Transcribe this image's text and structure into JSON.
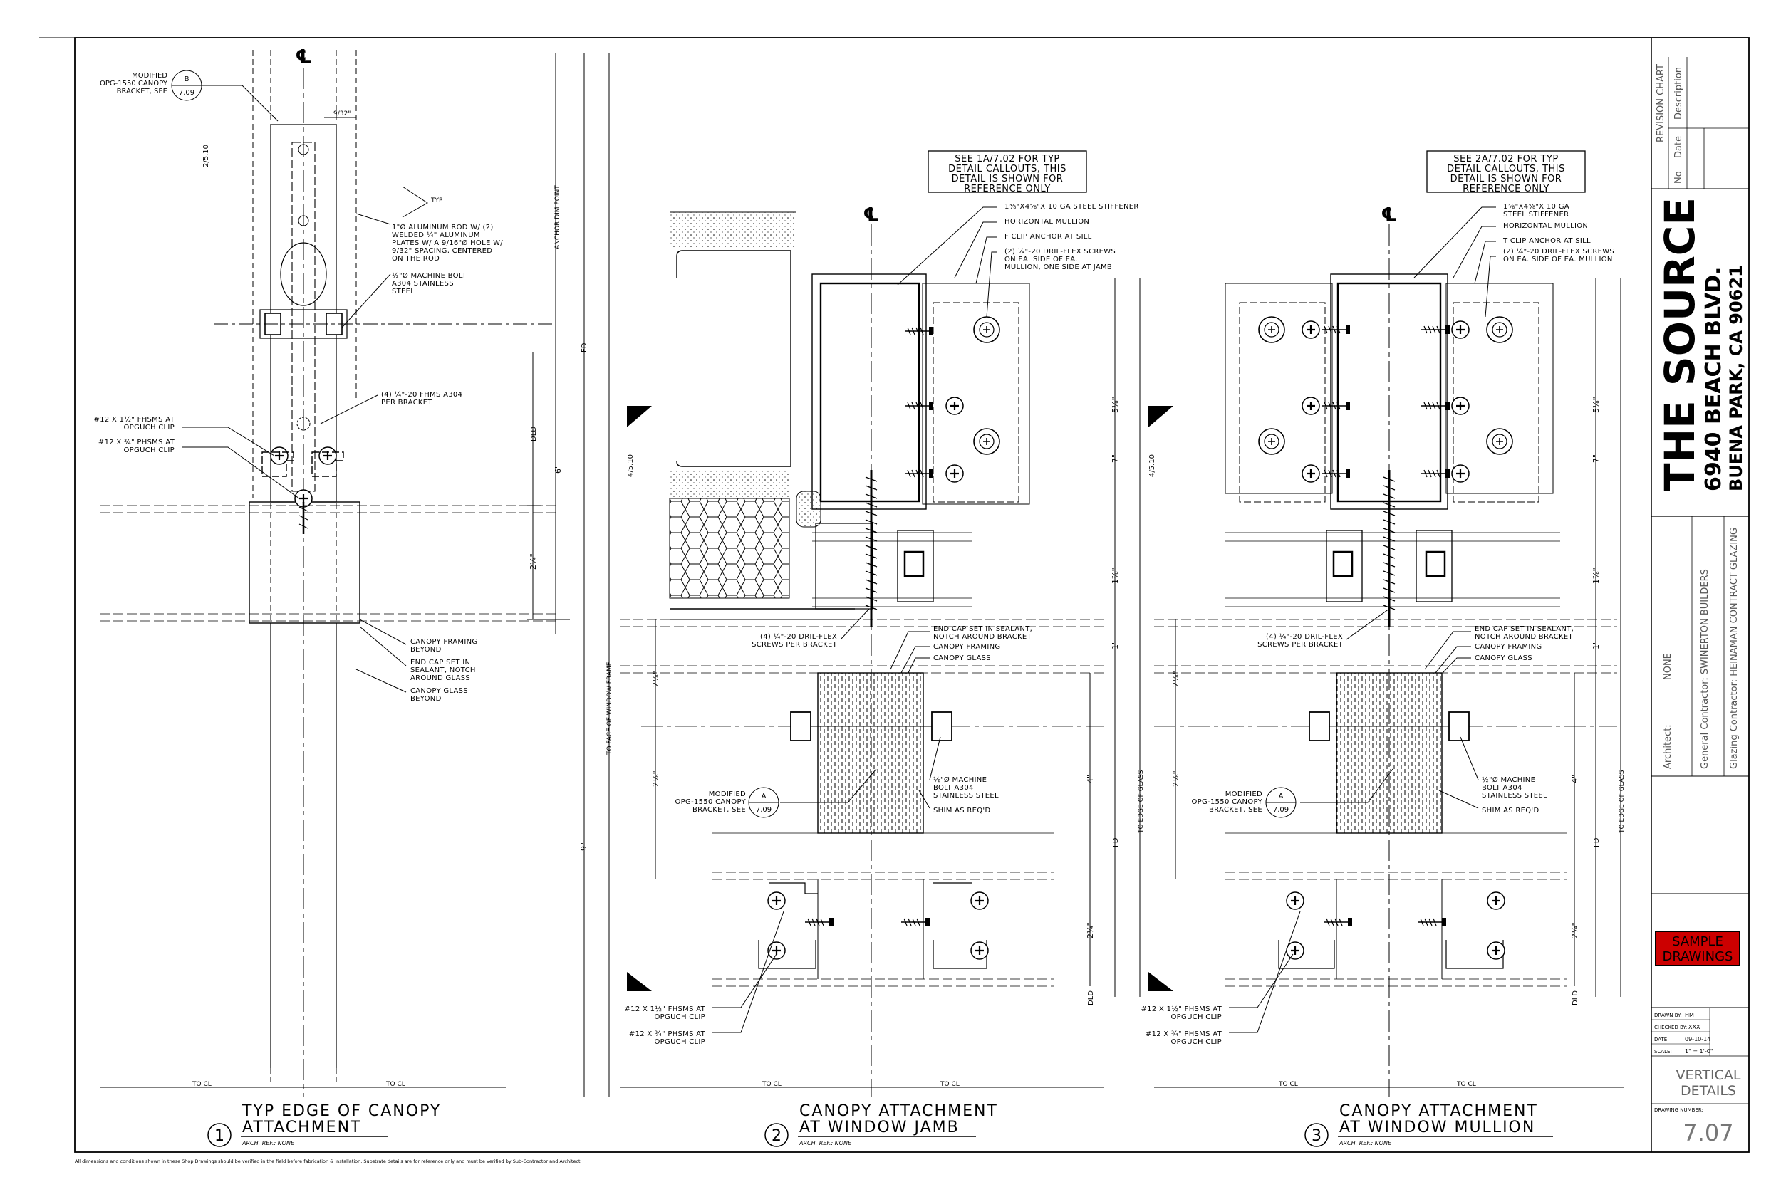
{
  "project": {
    "name": "THE SOURCE",
    "address": "6940 BEACH BLVD.",
    "city": "BUENA PARK, CA 90621"
  },
  "revision_chart": {
    "title": "REVISION CHART",
    "col_no": "No",
    "col_date": "Date",
    "col_desc": "Description"
  },
  "team": {
    "architect_label": "Architect:",
    "architect": "NONE",
    "gc": "General Contractor: SWINERTON BUILDERS",
    "glazing": "Glazing Contractor: HEINAMAN CONTRACT GLAZING"
  },
  "stamp": [
    "SAMPLE",
    "DRAWINGS"
  ],
  "info": {
    "drawn_by_label": "DRAWN BY:",
    "drawn_by": "HM",
    "checked_by_label": "CHECKED BY:",
    "checked_by": "XXX",
    "date_label": "DATE:",
    "date": "09-10-14",
    "scale_label": "SCALE:",
    "scale": "1\" = 1'-0\""
  },
  "sheet_title": [
    "VERTICAL",
    "DETAILS"
  ],
  "drawing_number_label": "DRAWING NUMBER:",
  "drawing_number": "7.07",
  "footer_note": "All dimensions and conditions shown in these Shop Drawings should be verified in the field before fabrication & installation. Substrate details are for reference only and must be verified by Sub-Contractor and Architect.",
  "details": [
    {
      "num": "1",
      "title1": "TYP EDGE OF CANOPY",
      "title2": "ATTACHMENT",
      "ref": "ARCH. REF.: NONE",
      "notes": {
        "modified": [
          "MODIFIED",
          "OPG-1550 CANOPY",
          "BRACKET, SEE"
        ],
        "tag_top": "B",
        "tag_bot": "7.09",
        "rod": [
          "1\"Ø ALUMINUM ROD W/ (2)",
          "WELDED ¼\" ALUMINUM",
          "PLATES W/ A 9/16\"Ø HOLE W/",
          "9/32\" SPACING, CENTERED",
          "ON THE ROD"
        ],
        "bolt": [
          "½\"Ø MACHINE BOLT",
          "A304 STAINLESS",
          "STEEL"
        ],
        "fhms": [
          "(4) ¼\"-20 FHMS A304",
          "PER BRACKET"
        ],
        "clip1": [
          "#12 X 1½\" FHSMS AT",
          "OPGUCH CLIP"
        ],
        "clip2": [
          "#12 X ¾\" PHSMS AT",
          "OPGUCH CLIP"
        ],
        "framing": [
          "CANOPY FRAMING",
          "BEYOND"
        ],
        "endcap": [
          "END CAP SET IN",
          "SEALANT, NOTCH",
          "AROUND GLASS"
        ],
        "glass": [
          "CANOPY GLASS",
          "BEYOND"
        ],
        "typ": "TYP",
        "to_cl": "TO CL",
        "anchor": "ANCHOR DIM POINT",
        "frame": "TO FACE OF WINDOW FRAME",
        "ref_tag": "2/5.10"
      }
    },
    {
      "num": "2",
      "title1": "CANOPY ATTACHMENT",
      "title2": "AT WINDOW JAMB",
      "ref": "ARCH. REF.: NONE",
      "notes": {
        "see": [
          "SEE 1A/7.02 FOR TYP",
          "DETAIL CALLOUTS, THIS",
          "DETAIL IS SHOWN FOR",
          "REFERENCE ONLY"
        ],
        "stiffener": "1⅜\"X4⅝\"X 10 GA STEEL STIFFENER",
        "mullion": "HORIZONTAL MULLION",
        "clip": "F CLIP ANCHOR AT SILL",
        "screws": [
          "(2) ¼\"-20 DRIL-FLEX SCREWS",
          "ON EA. SIDE OF EA.",
          "MULLION, ONE SIDE AT JAMB"
        ],
        "drilflex": [
          "(4) ¼\"-20 DRIL-FLEX",
          "SCREWS PER BRACKET"
        ],
        "endcap": [
          "END CAP SET IN SEALANT,",
          "NOTCH AROUND BRACKET"
        ],
        "framing": "CANOPY FRAMING",
        "glass": "CANOPY GLASS",
        "modified": [
          "MODIFIED",
          "OPG-1550 CANOPY",
          "BRACKET, SEE"
        ],
        "tag_top": "A",
        "tag_bot": "7.09",
        "bolt": [
          "½\"Ø MACHINE",
          "BOLT A304",
          "STAINLESS STEEL"
        ],
        "shim": "SHIM AS REQ'D",
        "clip1": [
          "#12 X 1½\" FHSMS AT",
          "OPGUCH CLIP"
        ],
        "clip2": [
          "#12 X ¾\" PHSMS AT",
          "OPGUCH CLIP"
        ],
        "to_cl": "TO CL",
        "edge": "TO EDGE OF GLASS",
        "ref_tag": "4/5.10"
      }
    },
    {
      "num": "3",
      "title1": "CANOPY ATTACHMENT",
      "title2": "AT WINDOW MULLION",
      "ref": "ARCH. REF.: NONE",
      "notes": {
        "see": [
          "SEE 2A/7.02 FOR TYP",
          "DETAIL CALLOUTS, THIS",
          "DETAIL IS SHOWN FOR",
          "REFERENCE ONLY"
        ],
        "stiffener": [
          "1⅜\"X4⅝\"X 10 GA",
          "STEEL STIFFENER"
        ],
        "mullion": "HORIZONTAL MULLION",
        "clip": "T CLIP ANCHOR AT SILL",
        "screws": [
          "(2) ¼\"-20 DRIL-FLEX SCREWS",
          "ON EA. SIDE OF EA. MULLION"
        ],
        "drilflex": [
          "(4) ¼\"-20 DRIL-FLEX",
          "SCREWS PER BRACKET"
        ],
        "endcap": [
          "END CAP SET IN SEALANT,",
          "NOTCH AROUND BRACKET"
        ],
        "framing": "CANOPY FRAMING",
        "glass": "CANOPY GLASS",
        "modified": [
          "MODIFIED",
          "OPG-1550 CANOPY",
          "BRACKET, SEE"
        ],
        "tag_top": "A",
        "tag_bot": "7.09",
        "bolt": [
          "½\"Ø MACHINE",
          "BOLT A304",
          "STAINLESS STEEL"
        ],
        "shim": "SHIM AS REQ'D",
        "clip1": [
          "#12 X 1½\" FHSMS AT",
          "OPGUCH CLIP"
        ],
        "clip2": [
          "#12 X ¾\" PHSMS AT",
          "OPGUCH CLIP"
        ],
        "to_cl": "TO CL",
        "edge": "TO EDGE OF GLASS",
        "ref_tag": "4/5.10"
      }
    }
  ],
  "dims": {
    "d1": "9/32\"",
    "dld": "DLD",
    "fd": "FD",
    "six": "6\"",
    "nine": "9\"",
    "two_q": "2¼\"",
    "seven": "7\"",
    "five_h": "5⅛\"",
    "one": "1\"",
    "two_e": "2⅛\"",
    "two_eb": "2⅛\"",
    "four": "4\"",
    "three_e": "1⅞\""
  }
}
